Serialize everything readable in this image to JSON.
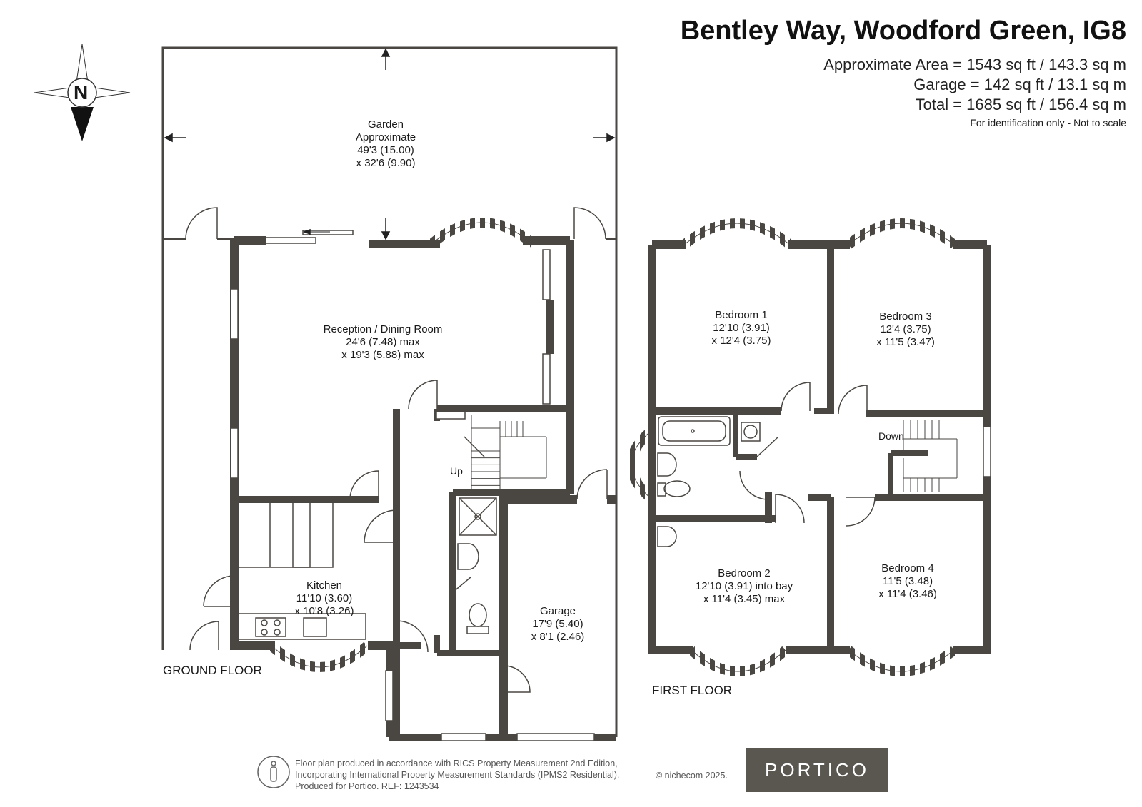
{
  "header": {
    "title": "Bentley Way, Woodford Green, IG8",
    "area_line": "Approximate Area = 1543 sq ft / 143.3 sq m",
    "garage_line": "Garage = 142 sq ft / 13.1 sq m",
    "total_line": "Total = 1685 sq ft / 156.4 sq m",
    "note": "For identification only - Not to scale"
  },
  "compass": {
    "letter": "N",
    "icon": "compass-icon"
  },
  "ground_floor": {
    "label": "GROUND FLOOR",
    "garden": [
      "Garden",
      "Approximate",
      "49'3 (15.00)",
      "x 32'6 (9.90)"
    ],
    "reception": [
      "Reception / Dining Room",
      "24'6 (7.48) max",
      "x 19'3 (5.88) max"
    ],
    "kitchen": [
      "Kitchen",
      "11'10 (3.60)",
      "x 10'8 (3.26)"
    ],
    "garage": [
      "Garage",
      "17'9 (5.40)",
      "x 8'1 (2.46)"
    ],
    "stairs": "Up"
  },
  "first_floor": {
    "label": "FIRST FLOOR",
    "bedroom1": [
      "Bedroom 1",
      "12'10 (3.91)",
      "x 12'4 (3.75)"
    ],
    "bedroom3": [
      "Bedroom 3",
      "12'4 (3.75)",
      "x 11'5 (3.47)"
    ],
    "bedroom2": [
      "Bedroom 2",
      "12'10 (3.91) into bay",
      "x 11'4 (3.45) max"
    ],
    "bedroom4": [
      "Bedroom 4",
      "11'5 (3.48)",
      "x 11'4 (3.46)"
    ],
    "stairs": "Down"
  },
  "footer": {
    "line1": "Floor plan produced in accordance with RICS Property Measurement 2nd Edition,",
    "line2": "Incorporating International Property Measurement Standards (IPMS2 Residential).",
    "line3": "Produced for Portico.   REF:  1243534",
    "copyright": "© nichecom 2025.",
    "logo": "PORTICO",
    "icon": "rics-person-icon"
  },
  "colors": {
    "wall": "#4a4642",
    "logo_bg": "#5a5650",
    "text": "#1a1a1a"
  }
}
